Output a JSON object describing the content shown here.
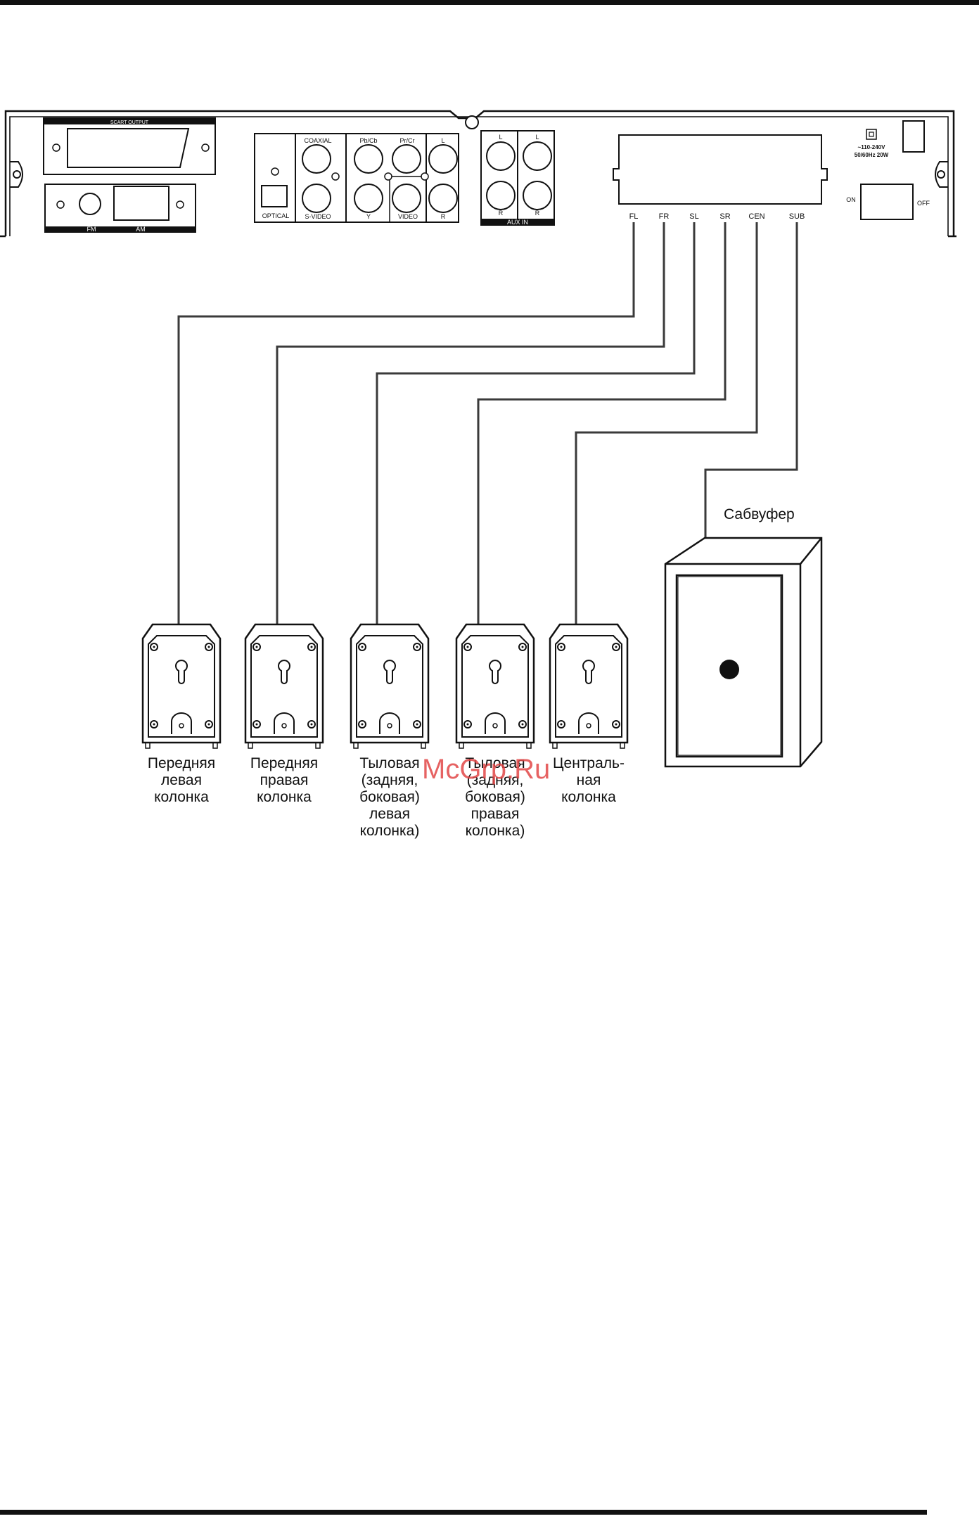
{
  "panel": {
    "scart_label": "SCART OUTPUT",
    "fm_label": "FM",
    "am_label": "AM",
    "coaxial_label": "COAXIAL",
    "optical_label": "OPTICAL",
    "svideo_label": "S-VIDEO",
    "pbcb_label": "Pb/Cb",
    "prcr_label": "Pr/Cr",
    "y_label": "Y",
    "video_label": "VIDEO",
    "audio_l_label": "L",
    "audio_r_label": "R",
    "aux_l1": "L",
    "aux_l2": "L",
    "aux_r1": "R",
    "aux_r2": "R",
    "aux_in_label": "AUX IN",
    "power_line1": "~110-240V",
    "power_line2": "50/60Hz  20W",
    "on_label": "ON",
    "off_label": "OFF",
    "channels": [
      "FL",
      "FR",
      "SL",
      "SR",
      "CEN",
      "SUB"
    ]
  },
  "speakers": [
    {
      "lines": [
        "Передняя",
        "левая",
        "колонка"
      ]
    },
    {
      "lines": [
        "Передняя",
        "правая",
        "колонка"
      ]
    },
    {
      "lines": [
        "Тыловая",
        "(задняя,",
        "боковая)",
        "левая",
        "колонка)"
      ]
    },
    {
      "lines": [
        "Тыловая",
        "(задняя,",
        "боковая)",
        "правая",
        "колонка)"
      ]
    },
    {
      "lines": [
        "Централь-",
        "ная",
        "колонка"
      ]
    }
  ],
  "subwoofer_label": "Сабвуфер",
  "watermark": "McGrp.Ru"
}
